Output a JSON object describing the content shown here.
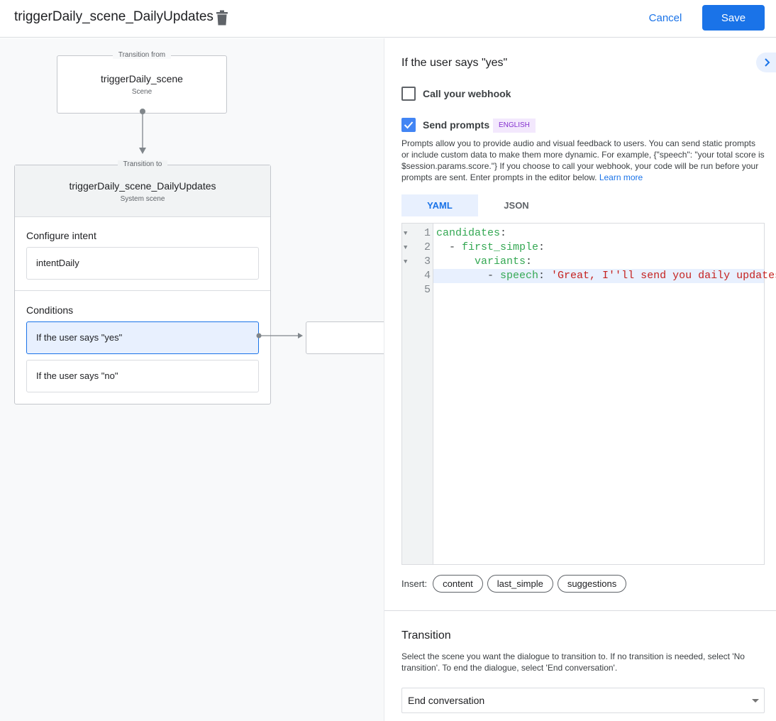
{
  "header": {
    "title": "triggerDaily_scene_DailyUpdates",
    "cancel_label": "Cancel",
    "save_label": "Save"
  },
  "canvas": {
    "from": {
      "legend": "Transition from",
      "name": "triggerDaily_scene",
      "type": "Scene"
    },
    "to": {
      "legend": "Transition to",
      "name": "triggerDaily_scene_DailyUpdates",
      "type": "System scene",
      "intent_heading": "Configure intent",
      "intent": "intentDaily",
      "conditions_heading": "Conditions",
      "conditions": [
        "If the user says \"yes\"",
        "If the user says \"no\""
      ]
    }
  },
  "panel": {
    "heading": "If the user says \"yes\"",
    "webhook": {
      "label": "Call your webhook",
      "checked": false
    },
    "prompts": {
      "label": "Send prompts",
      "checked": true,
      "badge": "ENGLISH",
      "description": "Prompts allow you to provide audio and visual feedback to users. You can send static prompts or include custom data to make them more dynamic. For example, {\"speech\": \"your total score is $session.params.score.\"} If you choose to call your webhook, your code will be run before your prompts are sent. Enter prompts in the editor below.",
      "learn_more": "Learn more"
    },
    "tabs": [
      {
        "label": "YAML",
        "active": true
      },
      {
        "label": "JSON",
        "active": false
      }
    ],
    "editor": {
      "lines": [
        {
          "n": "1",
          "indent": "",
          "key": "candidates",
          "sep": ":",
          "val": ""
        },
        {
          "n": "2",
          "indent": "  - ",
          "key": "first_simple",
          "sep": ":",
          "val": ""
        },
        {
          "n": "3",
          "indent": "      ",
          "key": "variants",
          "sep": ":",
          "val": ""
        },
        {
          "n": "4",
          "indent": "        - ",
          "key": "speech",
          "sep": ": ",
          "val": "'Great, I''ll send you daily updates."
        },
        {
          "n": "5",
          "indent": "",
          "key": "",
          "sep": "",
          "val": ""
        }
      ]
    },
    "insert": {
      "label": "Insert:",
      "chips": [
        "content",
        "last_simple",
        "suggestions"
      ]
    },
    "transition": {
      "heading": "Transition",
      "description": "Select the scene you want the dialogue to transition to. If no transition is needed, select 'No transition'. To end the dialogue, select 'End conversation'.",
      "selected": "End conversation"
    }
  },
  "colors": {
    "accent": "#1a73e8",
    "key": "#34a853",
    "string": "#c5221f",
    "badge_bg": "#f3e8fd",
    "badge_fg": "#8430ce"
  }
}
